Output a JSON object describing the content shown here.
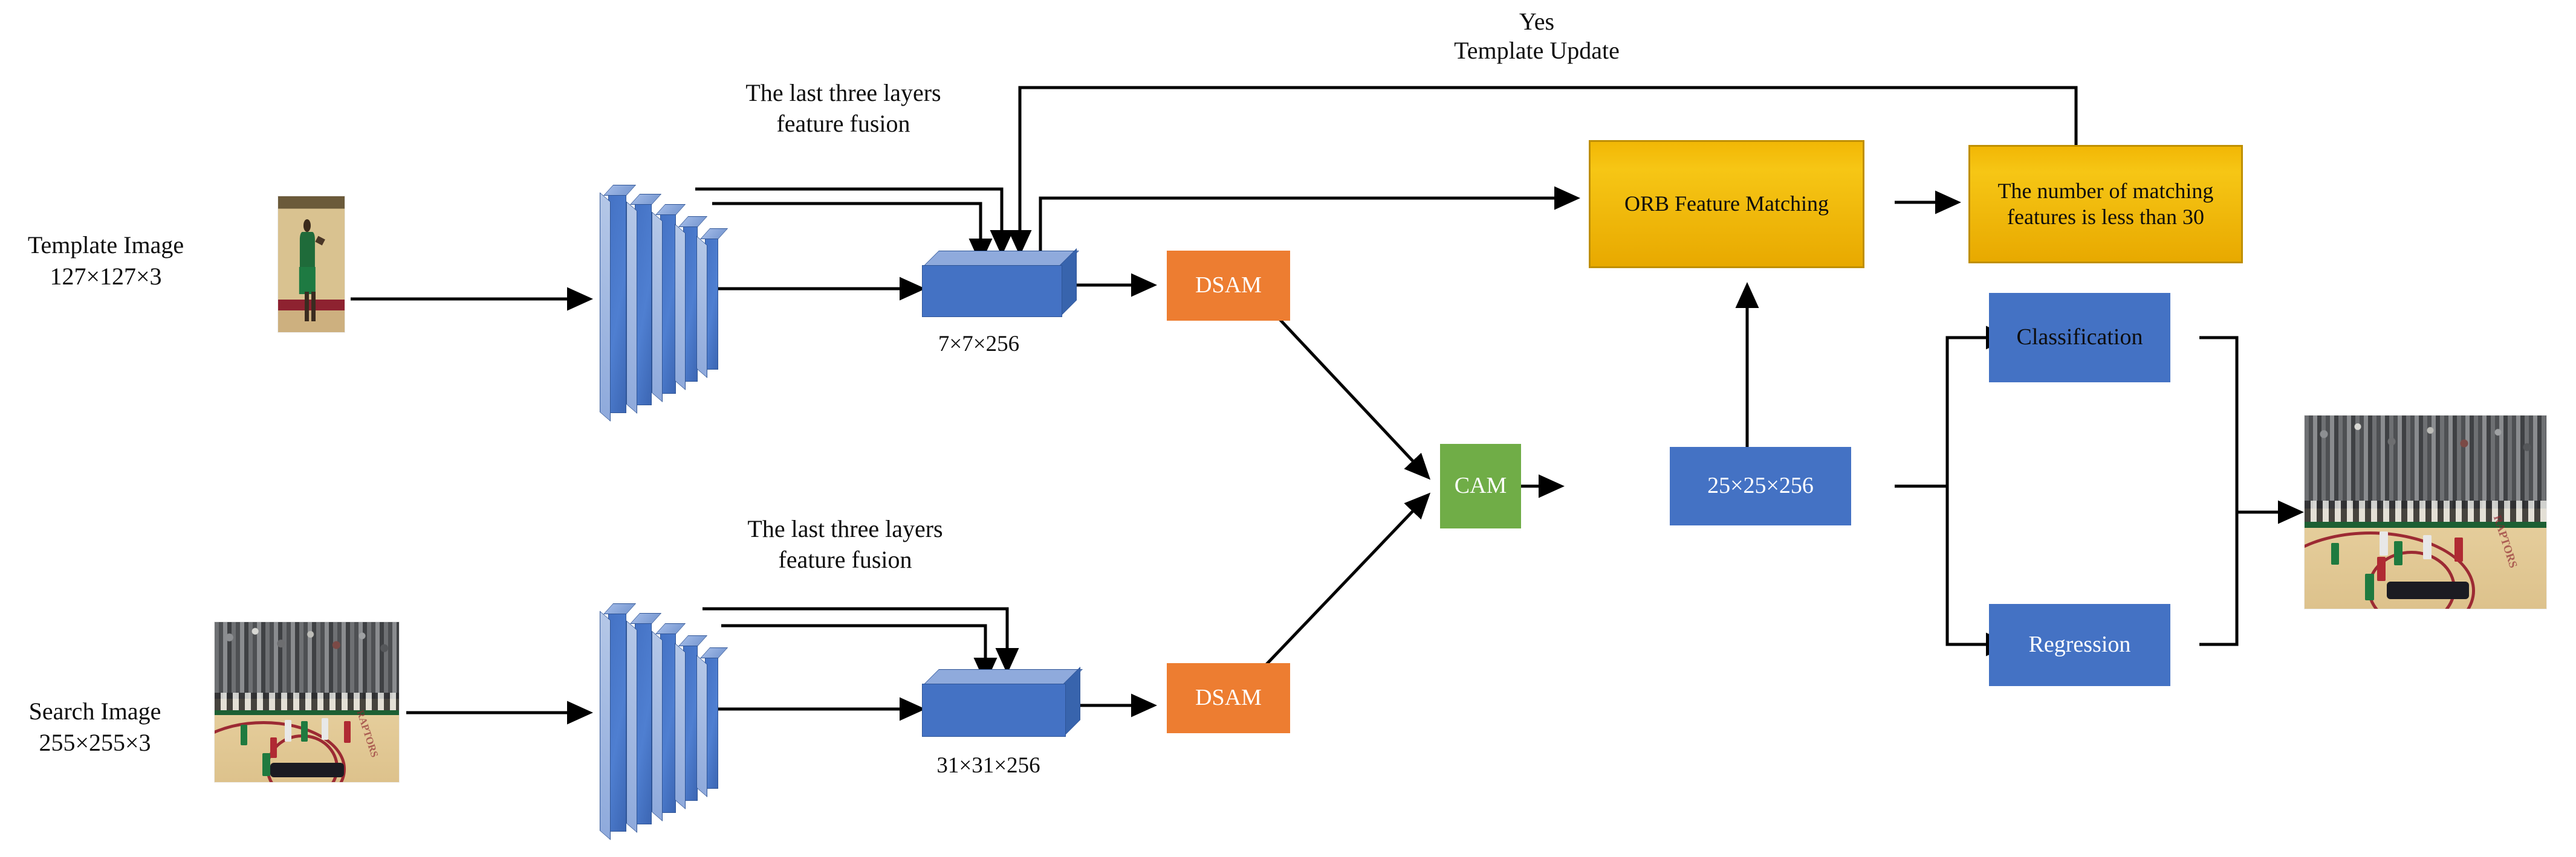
{
  "diagram": {
    "title": "Siamese tracking network with ORB template update",
    "background": "#ffffff"
  },
  "colors": {
    "backbone_blue": "#4472c4",
    "cuboid_top": "#8faadc",
    "dsam_orange": "#ed7d31",
    "cam_green": "#70ad47",
    "head_blue": "#4472c4",
    "orb_yellow": "#f2b705",
    "orb_border": "#bf8f00",
    "wire_black": "#000000",
    "text_black": "#0d0d0d"
  },
  "inputs": {
    "template": {
      "label_line1": "Template Image",
      "label_line2": "127×127×3",
      "image_name": "template-crop-basketball-player"
    },
    "search": {
      "label_line1": "Search Image",
      "label_line2": "255×255×3",
      "image_name": "search-crop-basketball-court"
    }
  },
  "backbones": {
    "template_branch": {
      "fusion_note": "The last three layers\nfeature fusion",
      "feature_map_label": "7×7×256"
    },
    "search_branch": {
      "fusion_note": "The last three layers\nfeature fusion",
      "feature_map_label": "31×31×256"
    },
    "plate_count": 5
  },
  "modules": {
    "dsam_template": "DSAM",
    "dsam_search": "DSAM",
    "cam": "CAM",
    "correlation_map": "25×25×256",
    "classification": "Classification",
    "regression": "Regression"
  },
  "update_branch": {
    "orb_matching": "ORB Feature\nMatching",
    "threshold_box": "The number of\nmatching features is\nless than 30",
    "feedback_line1": "Yes",
    "feedback_line2": "Template Update"
  },
  "output": {
    "image_name": "tracking-result-basketball-court"
  }
}
